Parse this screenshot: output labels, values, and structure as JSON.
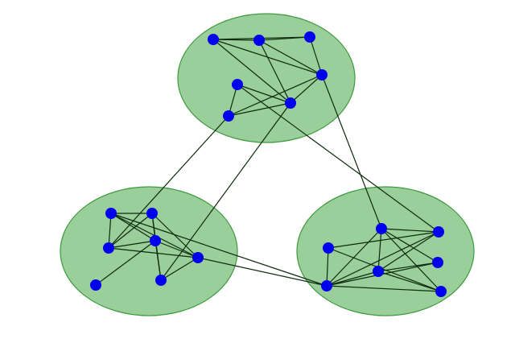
{
  "colors": {
    "cluster_fill": "#6fb96f",
    "cluster_stroke": "#3f9a3f",
    "node": "#0000ee",
    "edge": "#0d2a0d",
    "background": "#ffffff"
  },
  "clusters": [
    {
      "id": "top"
    },
    {
      "id": "left"
    },
    {
      "id": "right"
    }
  ],
  "nodes": [
    {
      "id": "t1",
      "cluster": "top"
    },
    {
      "id": "t2",
      "cluster": "top"
    },
    {
      "id": "t3",
      "cluster": "top"
    },
    {
      "id": "t4",
      "cluster": "top"
    },
    {
      "id": "t5",
      "cluster": "top"
    },
    {
      "id": "t6",
      "cluster": "top"
    },
    {
      "id": "t7",
      "cluster": "top"
    },
    {
      "id": "l1",
      "cluster": "left"
    },
    {
      "id": "l2",
      "cluster": "left"
    },
    {
      "id": "l3",
      "cluster": "left"
    },
    {
      "id": "l4",
      "cluster": "left"
    },
    {
      "id": "l5",
      "cluster": "left"
    },
    {
      "id": "l6",
      "cluster": "left"
    },
    {
      "id": "l7",
      "cluster": "left"
    },
    {
      "id": "r1",
      "cluster": "right"
    },
    {
      "id": "r2",
      "cluster": "right"
    },
    {
      "id": "r3",
      "cluster": "right"
    },
    {
      "id": "r4",
      "cluster": "right"
    },
    {
      "id": "r5",
      "cluster": "right"
    },
    {
      "id": "r6",
      "cluster": "right"
    },
    {
      "id": "r7",
      "cluster": "right"
    }
  ],
  "edges": [
    [
      "t1",
      "t2"
    ],
    [
      "t2",
      "t3"
    ],
    [
      "t1",
      "t3"
    ],
    [
      "t1",
      "t4"
    ],
    [
      "t1",
      "t6"
    ],
    [
      "t2",
      "t4"
    ],
    [
      "t2",
      "t6"
    ],
    [
      "t3",
      "t4"
    ],
    [
      "t4",
      "t6"
    ],
    [
      "t4",
      "t7"
    ],
    [
      "t5",
      "t6"
    ],
    [
      "t5",
      "t7"
    ],
    [
      "t6",
      "t7"
    ],
    [
      "l1",
      "l2"
    ],
    [
      "l1",
      "l3"
    ],
    [
      "l1",
      "l4"
    ],
    [
      "l1",
      "l5"
    ],
    [
      "l2",
      "l4"
    ],
    [
      "l2",
      "l5"
    ],
    [
      "l3",
      "l2"
    ],
    [
      "l3",
      "l4"
    ],
    [
      "l3",
      "l5"
    ],
    [
      "l4",
      "l5"
    ],
    [
      "l4",
      "l7"
    ],
    [
      "l5",
      "l6"
    ],
    [
      "l6",
      "l4"
    ],
    [
      "l6",
      "l2"
    ],
    [
      "r1",
      "r2"
    ],
    [
      "r1",
      "r6"
    ],
    [
      "r1",
      "r4"
    ],
    [
      "r1",
      "r7"
    ],
    [
      "r1",
      "r5"
    ],
    [
      "r2",
      "r5"
    ],
    [
      "r2",
      "r6"
    ],
    [
      "r3",
      "r2"
    ],
    [
      "r3",
      "r6"
    ],
    [
      "r3",
      "r7"
    ],
    [
      "r4",
      "r5"
    ],
    [
      "r4",
      "r6"
    ],
    [
      "r5",
      "r6"
    ],
    [
      "r5",
      "r7"
    ],
    [
      "r6",
      "r7"
    ],
    [
      "t7",
      "l3"
    ],
    [
      "t6",
      "l6"
    ],
    [
      "t5",
      "r2"
    ],
    [
      "t4",
      "r1"
    ],
    [
      "l1",
      "r6"
    ],
    [
      "l5",
      "r6"
    ]
  ]
}
